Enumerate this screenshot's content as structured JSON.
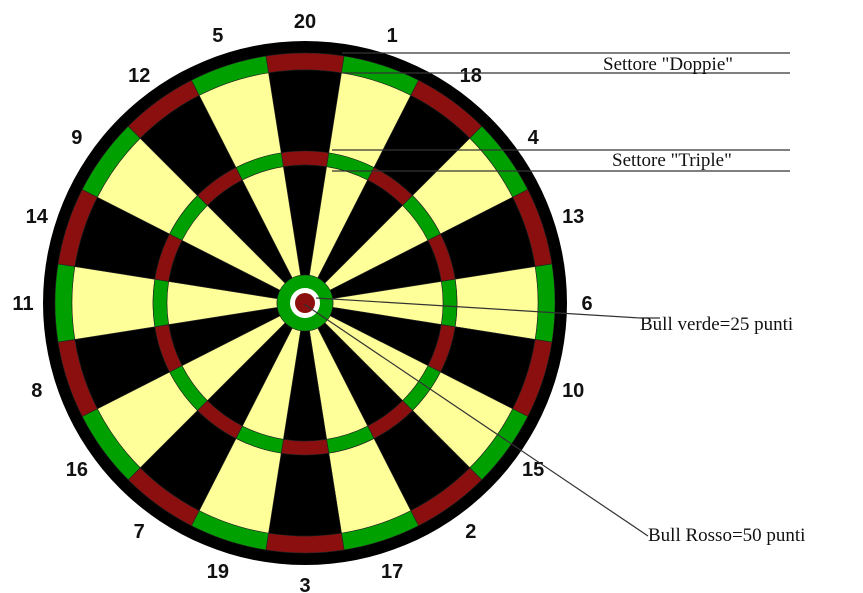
{
  "board": {
    "numbers": [
      "20",
      "1",
      "18",
      "4",
      "13",
      "6",
      "10",
      "15",
      "2",
      "17",
      "3",
      "19",
      "7",
      "16",
      "8",
      "11",
      "14",
      "9",
      "12",
      "5"
    ],
    "colors": {
      "dark": "#000000",
      "light": "#ffff99",
      "red": "#8b0f0f",
      "green": "#00a000",
      "rim": "#000000",
      "wire": "#222222"
    }
  },
  "labels": {
    "doubles": "Settore \"Doppie\"",
    "triples": "Settore \"Triple\"",
    "bull_green": "Bull verde=25 punti",
    "bull_red": "Bull Rosso=50 punti"
  }
}
